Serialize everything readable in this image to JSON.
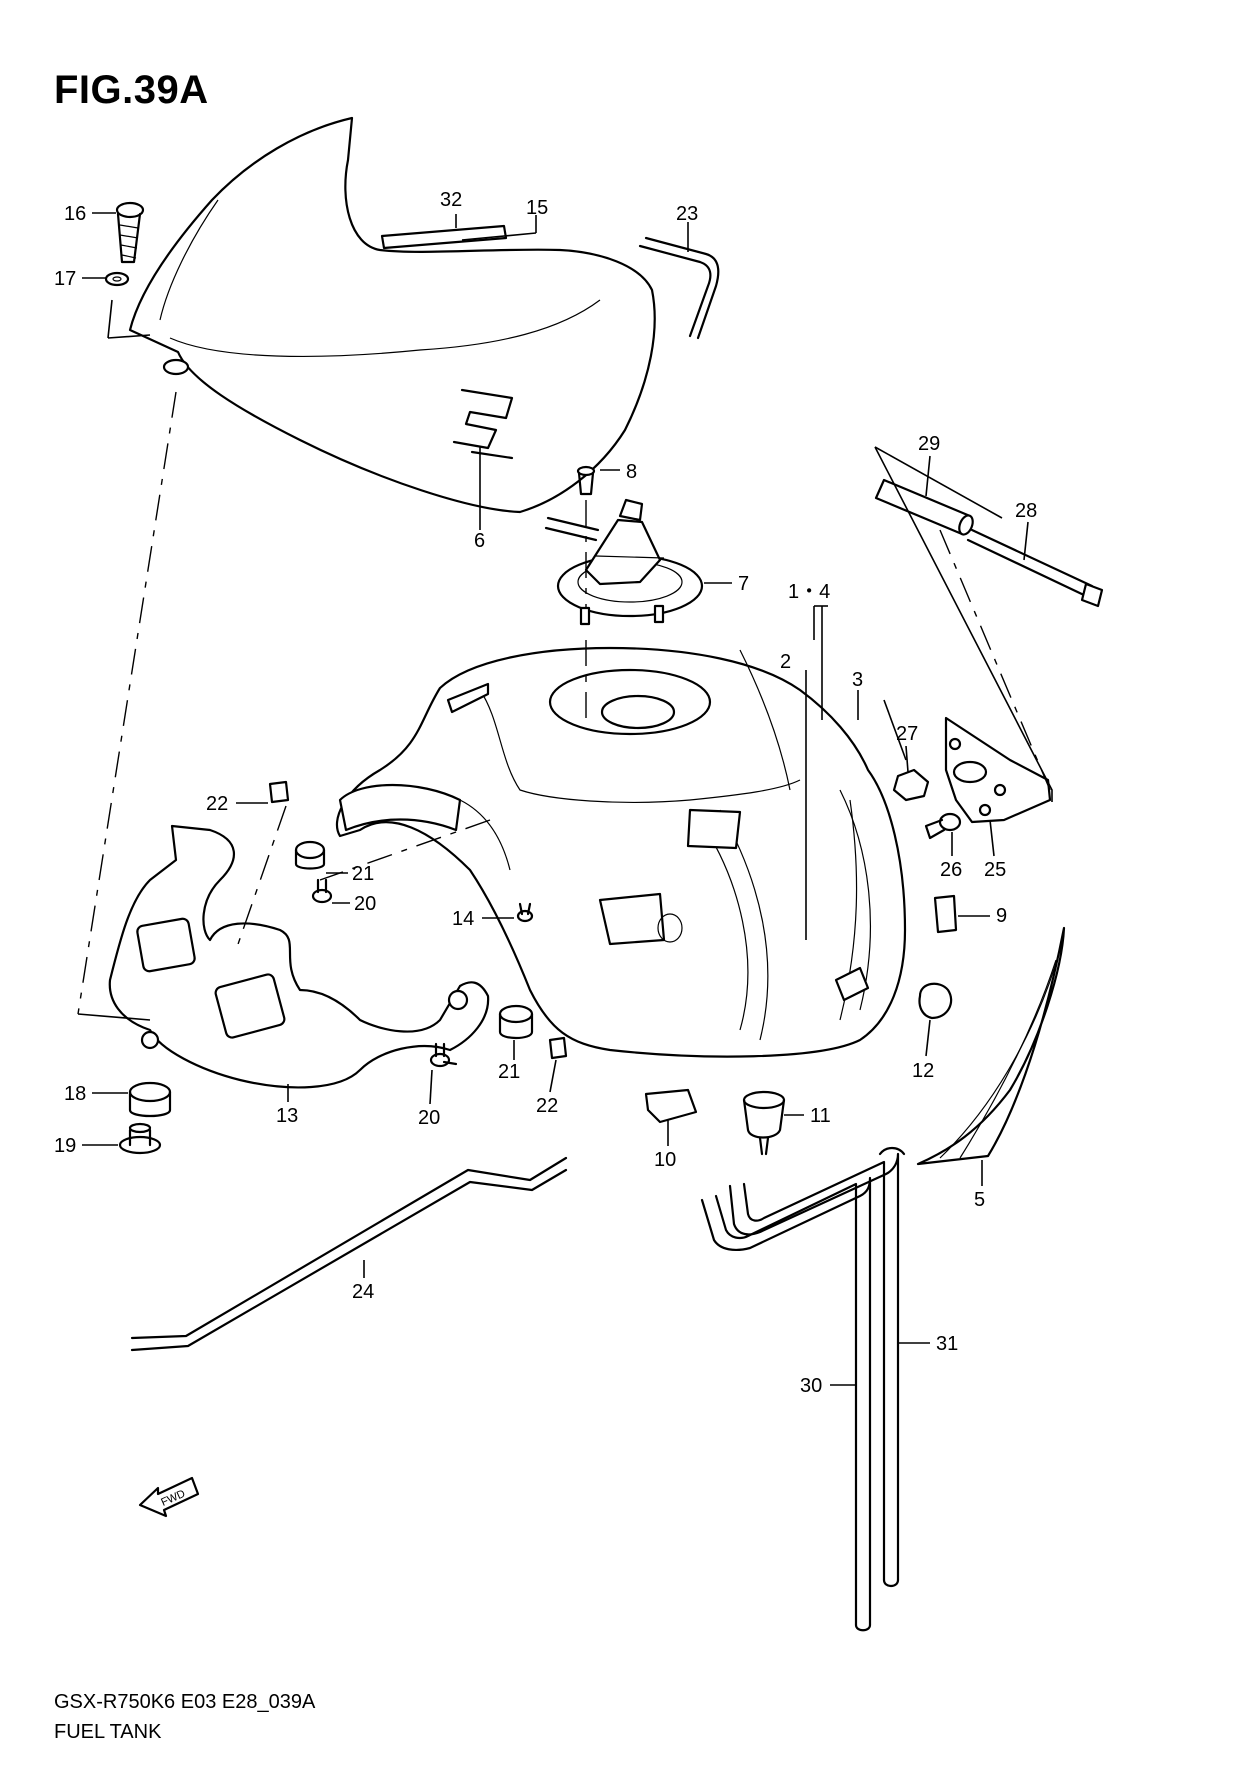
{
  "figure": {
    "title": "FIG.39A",
    "code": "GSX-R750K6 E03 E28_039A",
    "name": "FUEL TANK",
    "fwd_label": "FWD"
  },
  "callouts": {
    "c1_4": "1・4",
    "c2": "2",
    "c3": "3",
    "c5": "5",
    "c6": "6",
    "c7": "7",
    "c8": "8",
    "c9": "9",
    "c10": "10",
    "c11": "11",
    "c12": "12",
    "c13": "13",
    "c14": "14",
    "c15": "15",
    "c16": "16",
    "c17": "17",
    "c18": "18",
    "c19": "19",
    "c20a": "20",
    "c20b": "20",
    "c21a": "21",
    "c21b": "21",
    "c22a": "22",
    "c22b": "22",
    "c23": "23",
    "c24": "24",
    "c25": "25",
    "c26": "26",
    "c27": "27",
    "c28": "28",
    "c29": "29",
    "c30": "30",
    "c31": "31",
    "c32": "32"
  }
}
